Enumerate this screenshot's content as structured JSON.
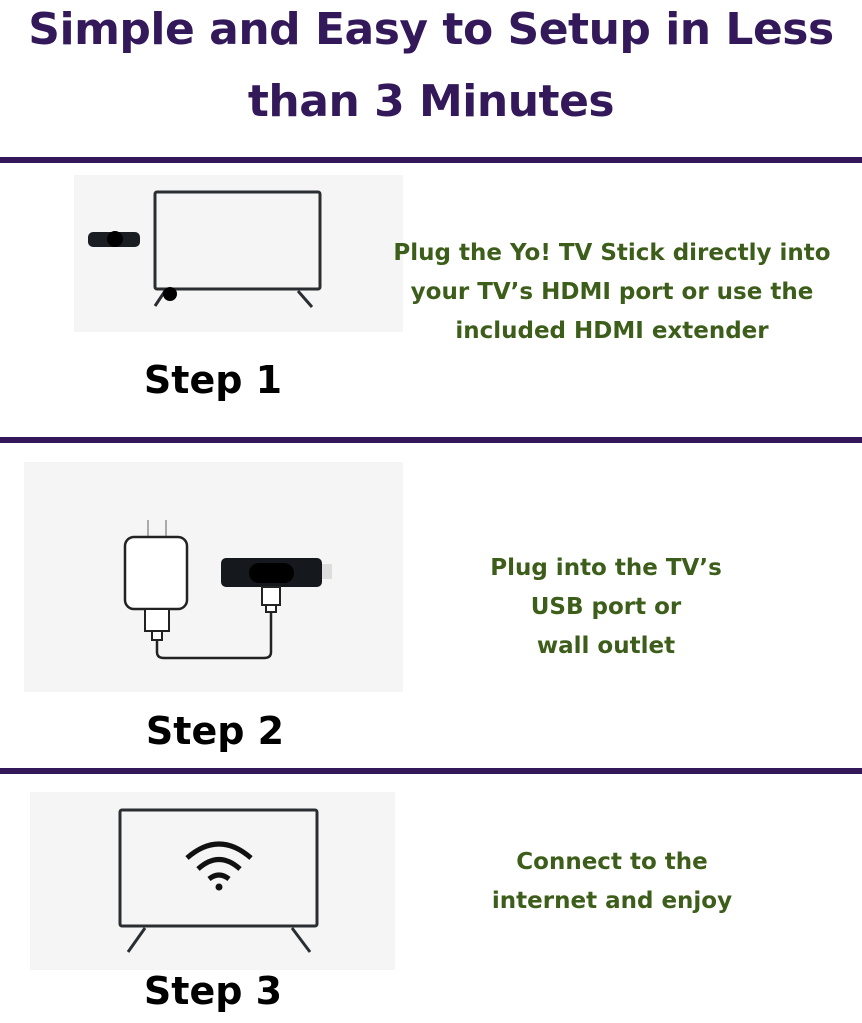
{
  "title": {
    "line1": "Simple and Easy to Setup in Less",
    "line2": "than 3 Minutes"
  },
  "colors": {
    "title": "#33195a",
    "divider": "#33195a",
    "description": "#3d5e1a"
  },
  "steps": [
    {
      "label": "Step 1",
      "icon": "tv-with-hdmi-stick-icon",
      "lines": [
        "Plug the Yo! TV Stick directly into",
        "your TV’s HDMI port or use the",
        "included HDMI extender"
      ]
    },
    {
      "label": "Step 2",
      "icon": "power-adapter-and-stick-icon",
      "lines": [
        "Plug into the TV’s",
        "USB port or",
        "wall outlet"
      ]
    },
    {
      "label": "Step 3",
      "icon": "tv-wifi-icon",
      "lines": [
        "Connect to the",
        "internet and enjoy"
      ]
    }
  ]
}
